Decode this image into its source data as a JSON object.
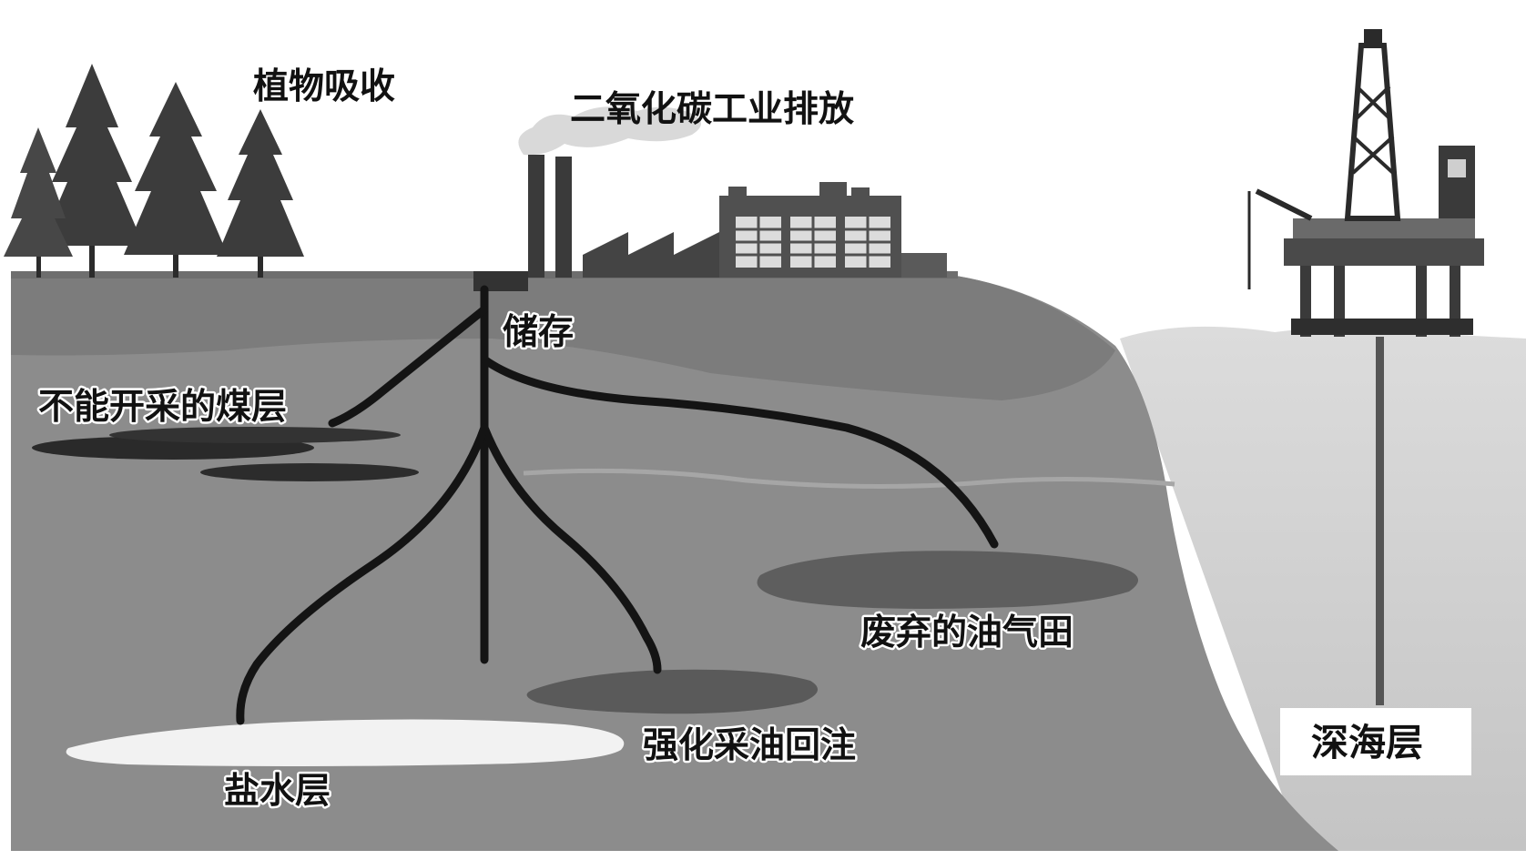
{
  "labels": {
    "plants": "植物吸收",
    "industry": "二氧化碳工业排放",
    "storage": "储存",
    "coal": "不能开采的煤层",
    "oilgas": "废弃的油气田",
    "eor": "强化采油回注",
    "saline": "盐水层",
    "deepsea": "深海层"
  },
  "colors": {
    "ground": "#8c8c8c",
    "upper_layer": "#7a7a7a",
    "sea": "#d6d6d6",
    "pipe": "#141414",
    "coal_seam": "#2a2a2a",
    "oil_field": "#5e5e5e",
    "saline_layer": "#f2f2f2"
  },
  "icons": {
    "trees": "pine-trees-icon",
    "factory": "factory-icon",
    "platform": "offshore-rig-icon"
  }
}
